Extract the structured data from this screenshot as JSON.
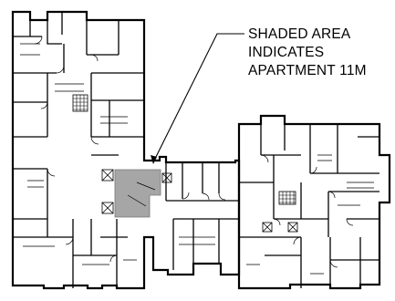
{
  "annotation": {
    "lines": [
      "SHADED AREA",
      "INDICATES",
      "APARTMENT 11M"
    ]
  },
  "highlight": {
    "unit": "APARTMENT 11M",
    "fill_color": "#a6a6a6"
  },
  "colors": {
    "linework": "#000000",
    "background": "#ffffff"
  }
}
